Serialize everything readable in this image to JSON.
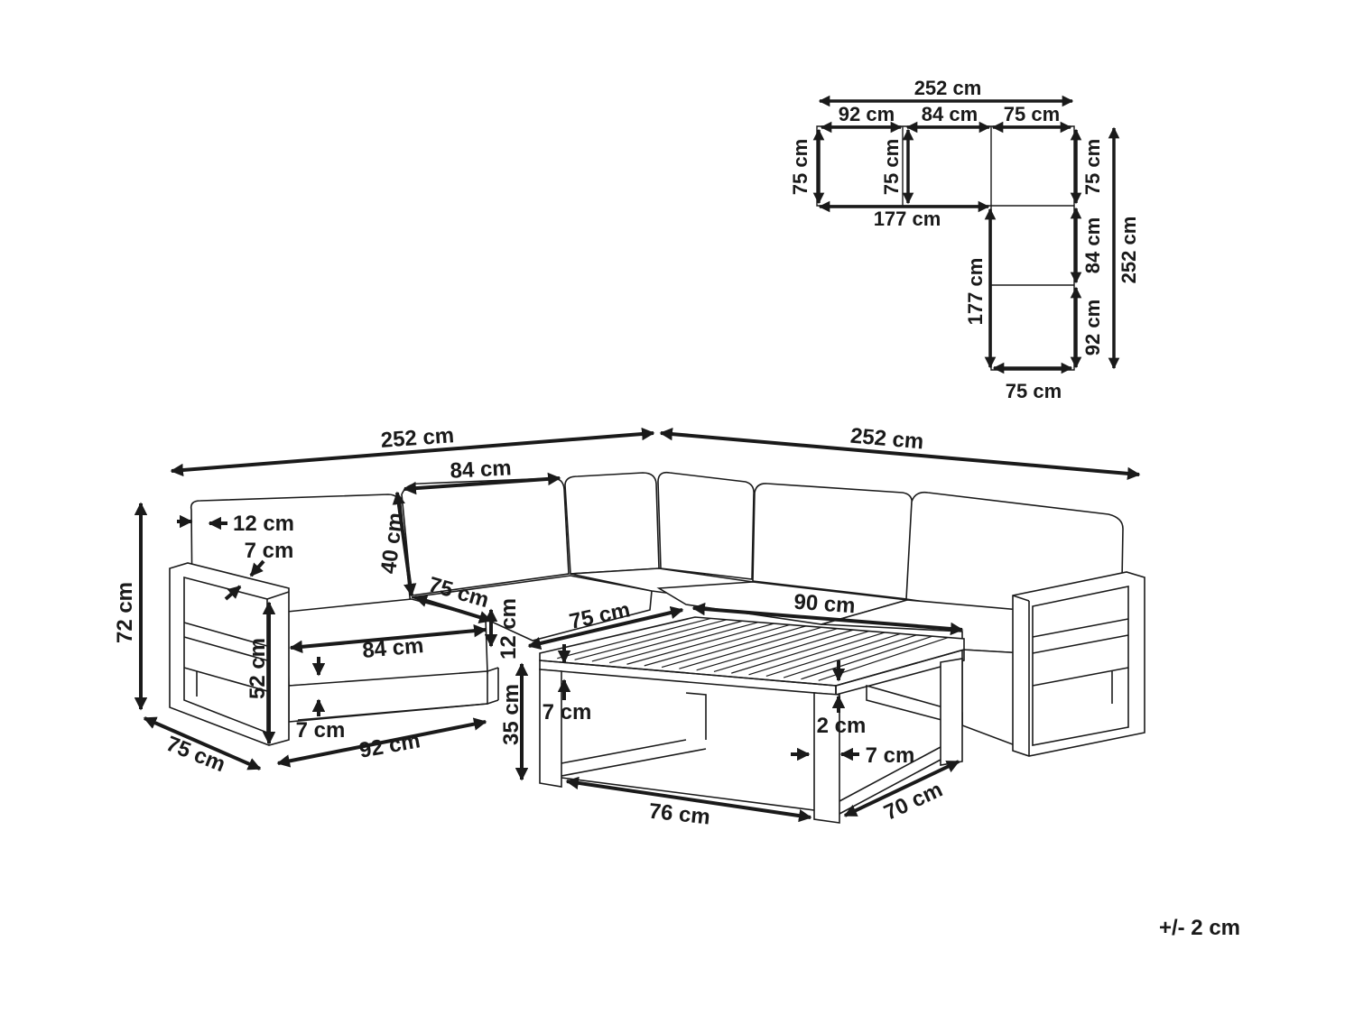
{
  "plan": {
    "total_width": "252 cm",
    "seg_left": "92 cm",
    "seg_mid": "84 cm",
    "seg_right": "75 cm",
    "height_left": "75 cm",
    "height_inner": "75 cm",
    "bottom_inner": "177 cm",
    "right_top": "75 cm",
    "right_total": "252 cm",
    "right_mid": "84 cm",
    "inner_vertical": "177 cm",
    "right_bottom": "92 cm",
    "bottom_width": "75 cm"
  },
  "sofa": {
    "overall_left": "252 cm",
    "overall_right": "252 cm",
    "back_width": "84 cm",
    "arm_width": "12 cm",
    "arm_inner": "7 cm",
    "back_height": "40 cm",
    "seat_depth": "75 cm",
    "total_height": "72 cm",
    "seat_width": "84 cm",
    "seat_height": "52 cm",
    "leg_height": "7 cm",
    "depth": "75 cm",
    "module_width": "92 cm",
    "cushion_height": "12 cm"
  },
  "table": {
    "depth": "75 cm",
    "width": "90 cm",
    "top_thickness": "7 cm",
    "height": "35 cm",
    "slat_gap": "2 cm",
    "leg_width": "7 cm",
    "inner_width": "76 cm",
    "inner_depth": "70 cm"
  },
  "tolerance": "+/- 2 cm"
}
